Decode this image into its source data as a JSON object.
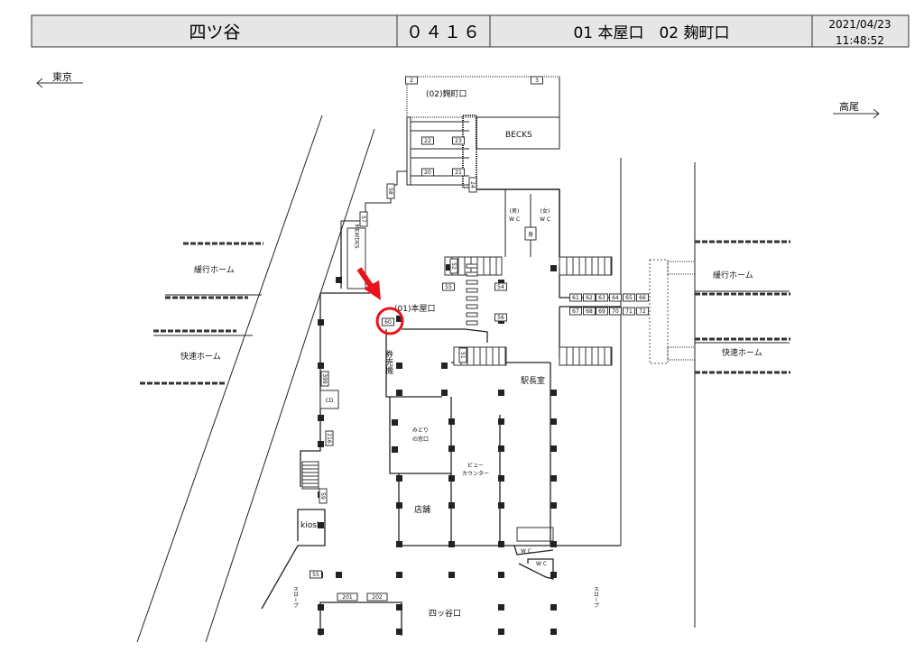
{
  "header": {
    "station_name": "四ツ谷",
    "station_code": "０４１６",
    "exits": "01 本屋口　02 麹町口",
    "date": "2021/04/23",
    "time": "11:48:52"
  },
  "directions": {
    "left": "東京",
    "right": "高尾"
  },
  "labels": {
    "kojimachi_exit": "(02)麹町口",
    "honya_exit": "(01)本屋口",
    "becks": "BECKS",
    "wc_men": "(男)",
    "wc_women": "(女)",
    "wc": "W C",
    "mewdes": "MEWDES",
    "local_platform": "緩行ホーム",
    "rapid_platform": "快速ホーム",
    "ticket_machine": "券売機",
    "station_master": "駅長室",
    "midori": "みどり",
    "midori2": "の窓口",
    "view1": "ビュー",
    "view2": "カウンター",
    "shop": "店舗",
    "cd": "CD",
    "kiosk": "kiosk",
    "yotsuya_exit": "四ッ谷口",
    "slope": "スロープ",
    "toilet_sign": "身"
  },
  "markers": {
    "m2": "2",
    "m3": "3",
    "m22": "22",
    "m23": "23",
    "m20": "20",
    "m21": "21",
    "m24": "24",
    "m58": "58",
    "m57": "57",
    "m60": "60",
    "m52": "52",
    "m55": "55",
    "m54": "54",
    "m56": "56",
    "m51": "51",
    "m61": "61",
    "m62": "62",
    "m63": "63",
    "m64": "64",
    "m65": "65",
    "m66": "66",
    "m67": "67",
    "m68": "68",
    "m69": "69",
    "m70": "70",
    "m71": "71",
    "m72": "72",
    "m399": "399",
    "m216": "216",
    "m59": "59",
    "m55b": "55",
    "m201": "201",
    "m202": "202"
  },
  "colors": {
    "highlight": "#e8141b",
    "header_bg": "#e6e6e6"
  }
}
